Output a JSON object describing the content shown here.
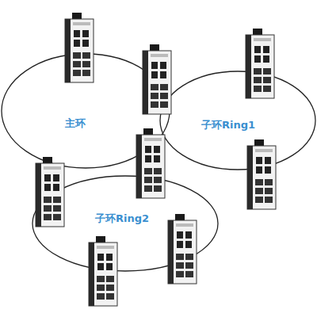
{
  "diagram": {
    "labels": [
      "主环",
      "子环Ring1",
      "子环Ring2"
    ]
  }
}
